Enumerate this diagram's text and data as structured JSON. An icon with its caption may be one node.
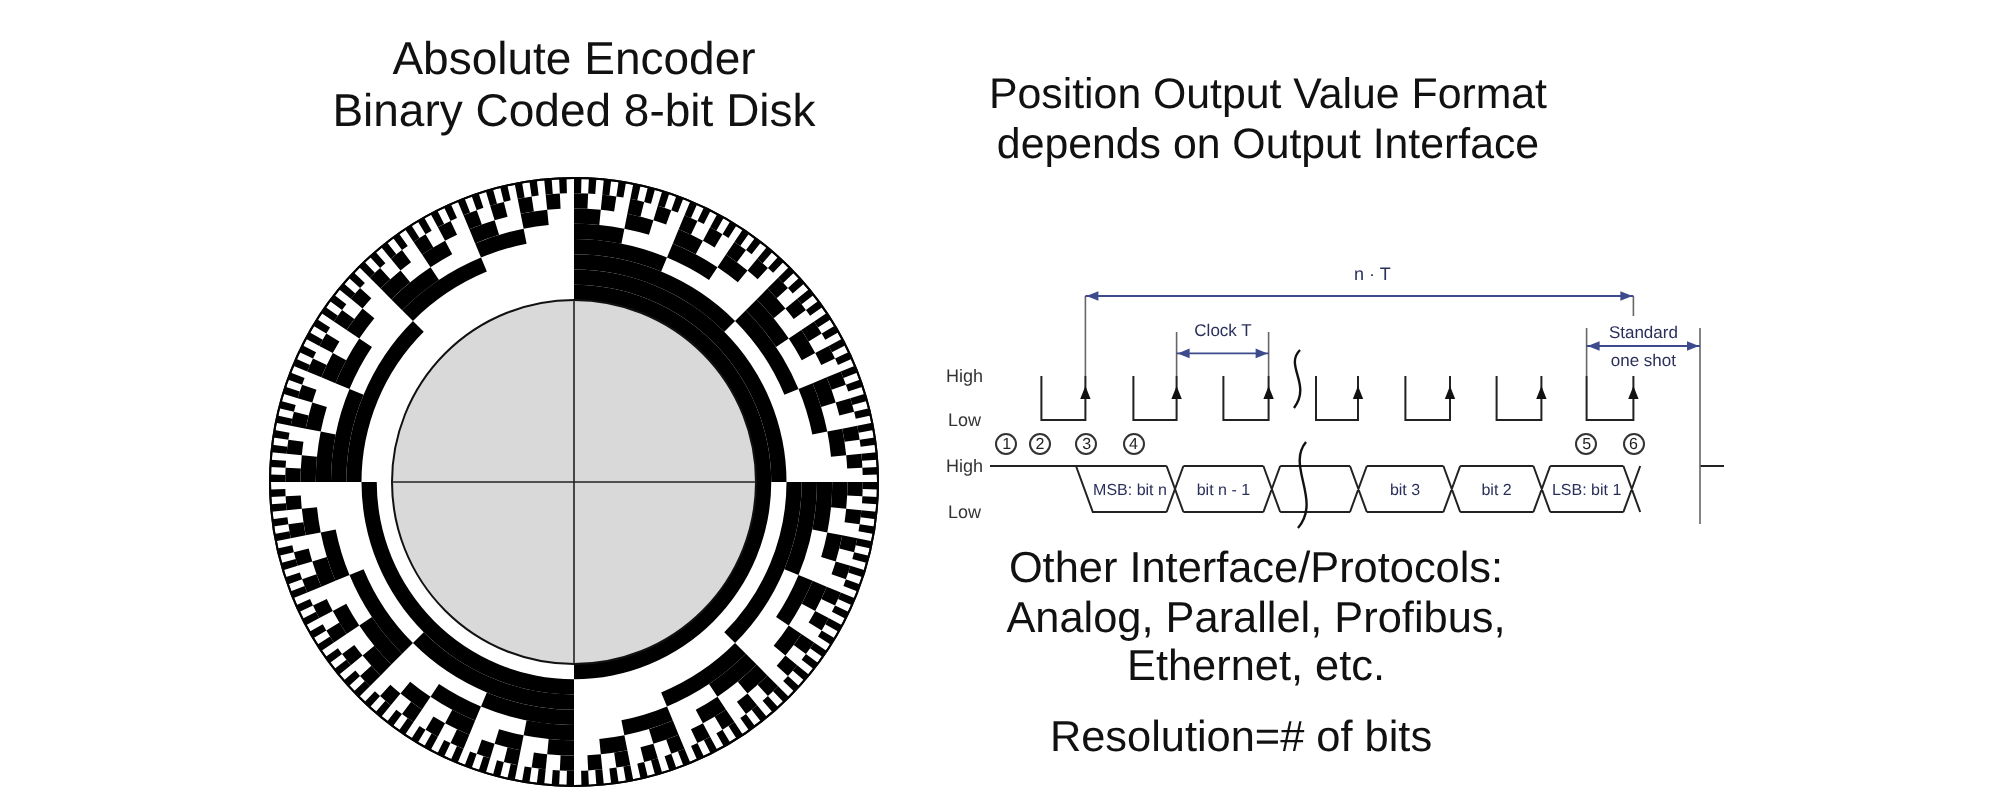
{
  "diagram": {
    "labels": [
      "Absolute Encoder Binary Coded 8-bit Disk",
      "Position Output Value Format depends on Output Interface",
      "n · T",
      "Clock T",
      "Standard one shot",
      "High",
      "Low",
      "1",
      "2",
      "3",
      "4",
      "5",
      "6",
      "High",
      "Low",
      "MSB: bit n",
      "bit n - 1",
      "bit 3",
      "bit 2",
      "LSB: bit 1",
      "Other Interface/Protocols: Analog, Parallel, Profibus, Ethernet, etc.",
      "Resolution=# of bits"
    ]
  }
}
